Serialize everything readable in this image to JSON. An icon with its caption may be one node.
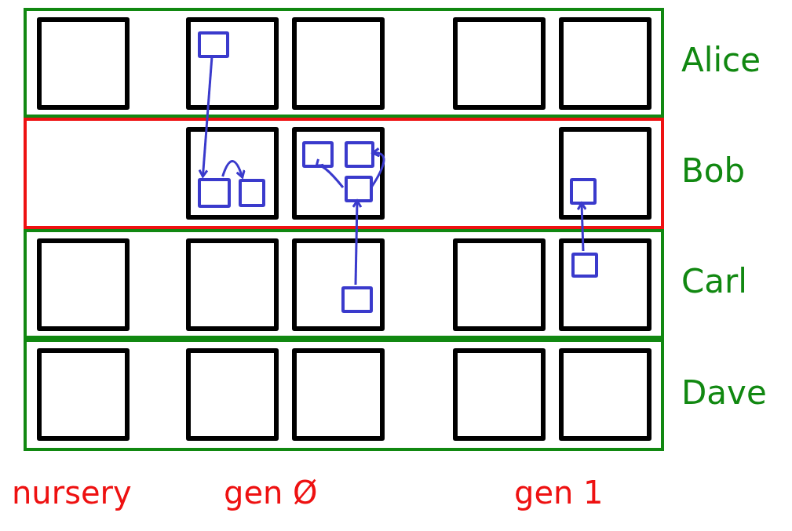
{
  "diagram": {
    "nodes": [
      {
        "text": [
          "Alice"
        ]
      },
      {
        "text": [],
        "shape": "box",
        "in": 0
      },
      {
        "text": [],
        "shape": "box",
        "in": 0
      },
      {
        "text": [],
        "shape": "box",
        "in": 2
      },
      {
        "text": [],
        "shape": "box",
        "in": 0
      },
      {
        "text": [],
        "shape": "box",
        "in": 0
      },
      {
        "text": [],
        "shape": "box",
        "in": 0
      },
      {
        "text": [
          "Bob"
        ]
      },
      {
        "text": [],
        "shape": "box",
        "in": 7
      },
      {
        "text": [],
        "shape": "box",
        "in": 8
      },
      {
        "text": [],
        "shape": "box",
        "in": 8
      },
      {
        "text": [],
        "shape": "box",
        "in": 7
      },
      {
        "text": [],
        "shape": "box",
        "in": 11
      },
      {
        "text": [],
        "shape": "box",
        "in": 11
      },
      {
        "text": [],
        "shape": "box",
        "in": 11
      },
      {
        "text": [],
        "shape": "box",
        "in": 7
      },
      {
        "text": [],
        "shape": "box",
        "in": 15
      },
      {
        "text": [
          "Carl"
        ]
      },
      {
        "text": [],
        "shape": "box",
        "in": 17
      },
      {
        "text": [],
        "shape": "box",
        "in": 17
      },
      {
        "text": [],
        "shape": "box",
        "in": 17
      },
      {
        "text": [],
        "shape": "box",
        "in": 20
      },
      {
        "text": [],
        "shape": "box",
        "in": 17
      },
      {
        "text": [],
        "shape": "box",
        "in": 17
      },
      {
        "text": [],
        "shape": "box",
        "in": 23
      },
      {
        "text": [
          "Dave"
        ]
      },
      {
        "text": [],
        "shape": "box",
        "in": 25
      },
      {
        "text": [],
        "shape": "box",
        "in": 25
      },
      {
        "text": [],
        "shape": "box",
        "in": 25
      },
      {
        "text": [],
        "shape": "box",
        "in": 25
      },
      {
        "text": [],
        "shape": "box",
        "in": 25
      }
    ],
    "edges": [
      {
        "from": 3,
        "to": 9,
        "arrow": "to"
      },
      {
        "from": 9,
        "to": 10,
        "arrow": "to"
      },
      {
        "from": 14,
        "to": 12,
        "arrow": "to"
      },
      {
        "from": 14,
        "to": 13,
        "arrow": "to"
      },
      {
        "from": 21,
        "to": 14,
        "arrow": "to"
      },
      {
        "from": 24,
        "to": 16,
        "arrow": "to"
      }
    ],
    "labels": [
      "nursery",
      "gen Ø",
      "gen 1"
    ]
  }
}
